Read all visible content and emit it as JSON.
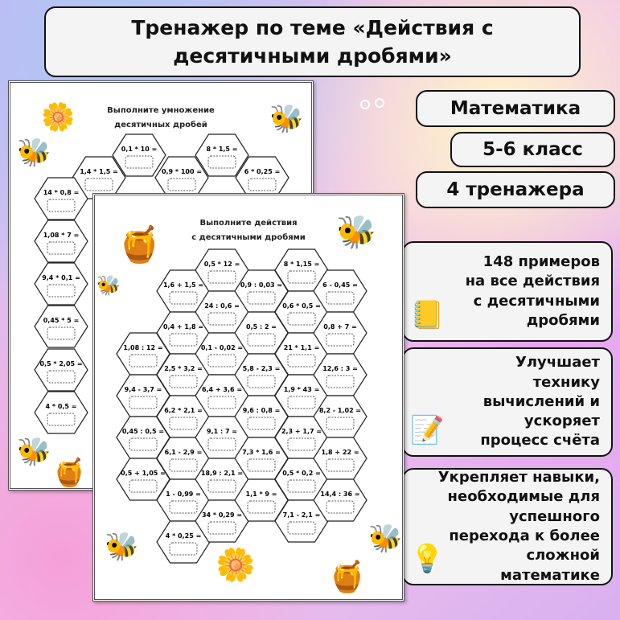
{
  "header": {
    "title_line1": "Тренажер по теме «Действия с",
    "title_line2": "десятичными дробями»"
  },
  "tags": {
    "subject": "Математика",
    "grade": "5-6 класс",
    "count": "4 тренажера"
  },
  "features": [
    {
      "text": "148 примеров на все действия с десятичными дробями",
      "icon": "notebook-pencils-icon"
    },
    {
      "text": "Улучшает технику вычислений и ускоряет процесс счёта",
      "icon": "test-paper-icon"
    },
    {
      "text": "Укрепляет навыки, необходимые для успешного перехода к более сложной математике",
      "icon": "lightbulb-paper-icon"
    }
  ],
  "back_sheet": {
    "title_line1": "Выполните умножение",
    "title_line2": "десятичных дробей",
    "hexes": [
      "0,1 * 10 =",
      "8 * 1,5 =",
      "1,4 * 1,5 =",
      "0,9 * 100 =",
      "6 * 0,25 =",
      "14 * 0,8 =",
      "4 * 0,5 =",
      "1,08 * 7 =",
      "9,4 * 0,1 =",
      "0,45 * 5 =",
      "0,5 * 2,05 ="
    ]
  },
  "front_sheet": {
    "title_line1": "Выполните действия",
    "title_line2": "с десятичными дробями",
    "columns": [
      [
        "1,08 : 12 =",
        "9,4 - 3,7 =",
        "0,45 : 0,5 =",
        "0,5 + 1,05 ="
      ],
      [
        "1,6 + 1,5 =",
        "0,4 + 1,8 =",
        "2,5 * 3,2 =",
        "6,2 * 2,1 =",
        "6,1 - 2,9 =",
        "1 - 0,99 =",
        "4 * 0,25 ="
      ],
      [
        "0,5 * 12 =",
        "24 : 0,6 =",
        "0,1 - 0,02 =",
        "6,4 + 3,6 =",
        "9,1 : 7 =",
        "18,9 : 2,1 =",
        "34 * 0,29 ="
      ],
      [
        "0,9 : 0,03 =",
        "0,5 : 2 =",
        "5,8 - 2,3 =",
        "9,6 : 0,8 =",
        "7,3 * 1,6 =",
        "1,1 * 9 ="
      ],
      [
        "8 * 1,15 =",
        "0,6 * 0,5 =",
        "21 * 1,1 =",
        "1,9 * 43 =",
        "2,3 + 1,7 =",
        "0,5 * 0,2 =",
        "7,1 - 2,1 ="
      ],
      [
        "6 - 0,45 =",
        "0,8 + 7 =",
        "12,6 : 3 =",
        "8,2 - 1,02 =",
        "1,8 + 22 =",
        "14,4 : 36 ="
      ]
    ]
  }
}
